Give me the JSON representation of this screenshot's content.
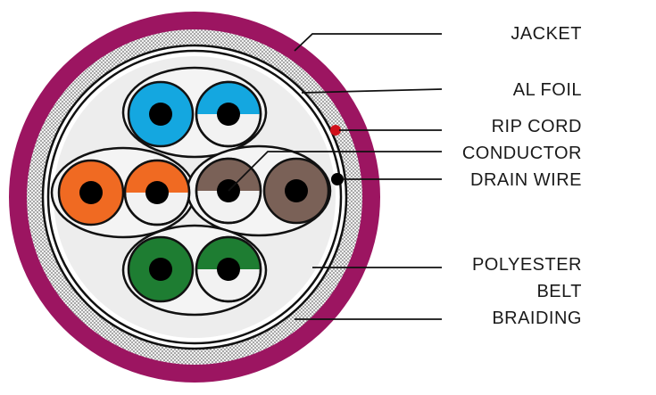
{
  "colors": {
    "jacket": "#9c1561",
    "blue": "#14a7e0",
    "orange": "#f06a22",
    "brown": "#7a6157",
    "green": "#1e7d32",
    "rip_cord": "#d0101a",
    "insulation_white": "#f2f2f2",
    "fill": "#ededed"
  },
  "labels": {
    "jacket": "JACKET",
    "al_foil": "AL FOIL",
    "rip_cord": "RIP CORD",
    "conductor": "CONDUCTOR",
    "drain_wire": "DRAIN WIRE",
    "polyester": "POLYESTER",
    "belt": "BELT",
    "braiding": "BRAIDING"
  }
}
